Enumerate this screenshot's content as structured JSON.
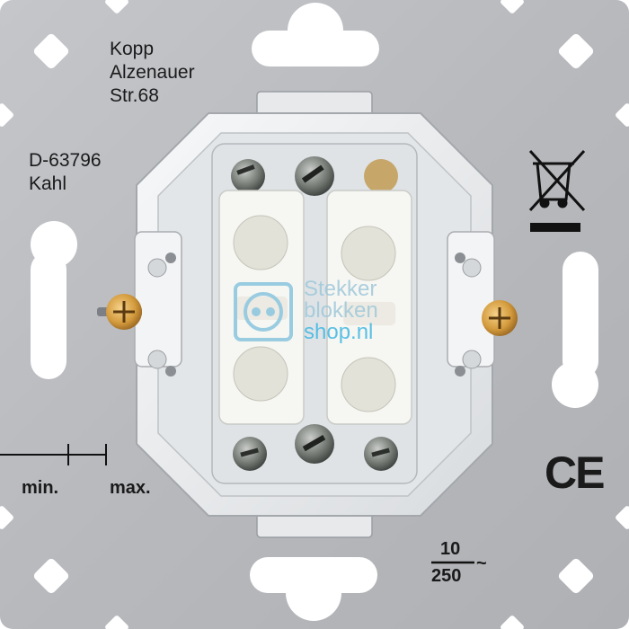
{
  "manufacturer": {
    "name": "Kopp",
    "street": "Alzenauer",
    "number": "Str.68",
    "postcode": "D-63796",
    "city": "Kahl"
  },
  "strip_gauge": {
    "min_label": "min.",
    "max_label": "max."
  },
  "rating": {
    "current": "10",
    "voltage": "250",
    "ac_symbol": "~"
  },
  "marks": {
    "weee_icon": "crossed-out-wheelie-bin-icon",
    "ce_mark": "CE"
  },
  "watermark": {
    "line1": "Stekker",
    "line2": "blokken",
    "line3": "shop.nl",
    "icon": "socket-outlet-icon"
  },
  "colors": {
    "plate": "#b9bbbf",
    "insert": "#eef0f1",
    "terminal_block": "#f6f6f2",
    "screw_brass": "#d8a04a",
    "watermark_accent": "#3fb7e3"
  }
}
